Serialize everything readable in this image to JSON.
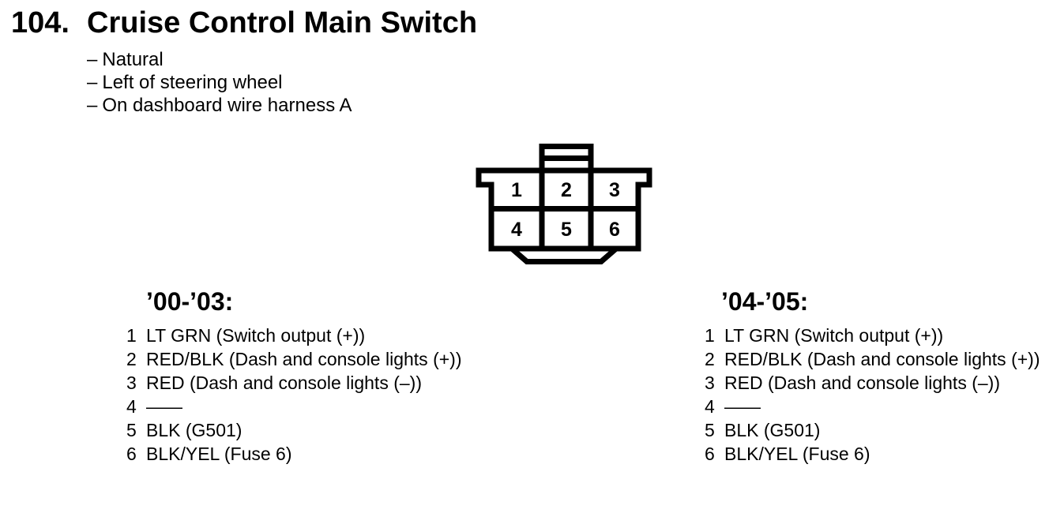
{
  "page": {
    "number": "104.",
    "title": "Cruise Control Main Switch",
    "note_dash": "–",
    "notes": [
      "Natural",
      "Left of steering wheel",
      "On dashboard wire harness A"
    ]
  },
  "connector": {
    "pins": [
      "1",
      "2",
      "3",
      "4",
      "5",
      "6"
    ]
  },
  "columns": {
    "left": {
      "header": "’00-’03:",
      "pins": [
        {
          "num": "1",
          "desc": "LT GRN (Switch output (+))"
        },
        {
          "num": "2",
          "desc": "RED/BLK (Dash and console lights (+))"
        },
        {
          "num": "3",
          "desc": "RED (Dash and console lights (–))"
        },
        {
          "num": "4",
          "desc": "——"
        },
        {
          "num": "5",
          "desc": "BLK (G501)"
        },
        {
          "num": "6",
          "desc": "BLK/YEL (Fuse 6)"
        }
      ]
    },
    "right": {
      "header": "’04-’05:",
      "pins": [
        {
          "num": "1",
          "desc": "LT GRN (Switch output (+))"
        },
        {
          "num": "2",
          "desc": "RED/BLK (Dash and console lights (+))"
        },
        {
          "num": "3",
          "desc": "RED (Dash and console lights (–))"
        },
        {
          "num": "4",
          "desc": "——"
        },
        {
          "num": "5",
          "desc": "BLK (G501)"
        },
        {
          "num": "6",
          "desc": "BLK/YEL (Fuse 6)"
        }
      ]
    }
  },
  "colors": {
    "ink": "#000000",
    "background": "#ffffff"
  }
}
